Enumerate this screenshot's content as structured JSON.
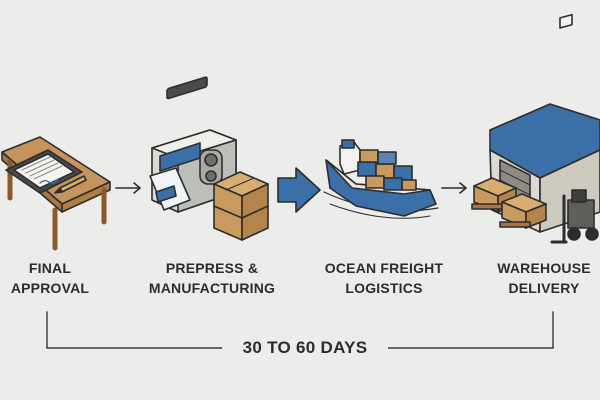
{
  "steps": [
    {
      "line1": "FINAL",
      "line2": "APPROVAL",
      "illustration": "signed-document-on-desk"
    },
    {
      "line1": "PREPRESS &",
      "line2": "MANUFACTURING",
      "illustration": "printing-press-and-boxes"
    },
    {
      "line1": "OCEAN FREIGHT",
      "line2": "LOGISTICS",
      "illustration": "container-ship"
    },
    {
      "line1": "WAREHOUSE",
      "line2": "DELIVERY",
      "illustration": "warehouse-with-forklift"
    }
  ],
  "timeline": {
    "duration": "30 TO 60 DAYS"
  },
  "document_heading": "FINAL APPROVAL",
  "colors": {
    "accent": "#3b6fa8",
    "cardboard": "#c99a5e",
    "wood": "#c5935c",
    "outline": "#2d2d2d",
    "background": "#ececea"
  }
}
